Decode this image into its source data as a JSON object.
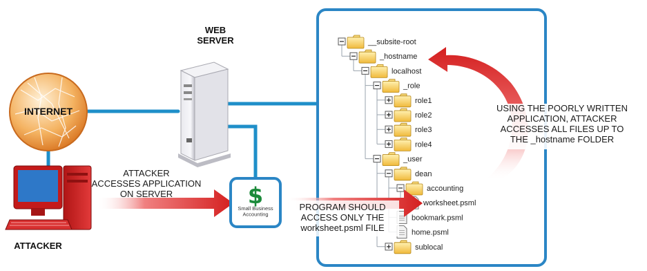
{
  "labels": {
    "web_server": "WEB\nSERVER",
    "internet": "INTERNET",
    "attacker": "ATTACKER",
    "attacker_note": "ATTACKER\nACCESSES APPLICATION\nON SERVER",
    "program_note": "PROGRAM SHOULD\nACCESS ONLY THE\nworksheet.psml FILE",
    "traversal_note": "USING THE POORLY WRITTEN\nAPPLICATION, ATTACKER\nACCESSES ALL FILES UP TO\nTHE _hostname FOLDER",
    "app_name": "Small Business\nAccounting",
    "app_symbol": "$"
  },
  "tree": [
    {
      "label": "__subsite-root",
      "kind": "folder",
      "depth": 0
    },
    {
      "label": "_hostname",
      "kind": "folder",
      "depth": 1
    },
    {
      "label": "localhost",
      "kind": "folder",
      "depth": 2
    },
    {
      "label": "_role",
      "kind": "folder",
      "depth": 3
    },
    {
      "label": "role1",
      "kind": "folder",
      "depth": 4
    },
    {
      "label": "role2",
      "kind": "folder",
      "depth": 4
    },
    {
      "label": "role3",
      "kind": "folder",
      "depth": 4
    },
    {
      "label": "role4",
      "kind": "folder",
      "depth": 4
    },
    {
      "label": "_user",
      "kind": "folder",
      "depth": 3
    },
    {
      "label": "dean",
      "kind": "folder",
      "depth": 4
    },
    {
      "label": "accounting",
      "kind": "folder",
      "depth": 5
    },
    {
      "label": "worksheet.psml",
      "kind": "file",
      "depth": 6
    },
    {
      "label": "bookmark.psml",
      "kind": "file",
      "depth": 5
    },
    {
      "label": "home.psml",
      "kind": "file",
      "depth": 5
    },
    {
      "label": "sublocal",
      "kind": "folder",
      "depth": 4
    }
  ],
  "colors": {
    "connector": "#1f8fc9",
    "arrow_red": "#d41f1f",
    "panel_border": "#2b86c5",
    "globe": "#e98a2c",
    "folder": "#f3c84b",
    "app_green": "#1b8a3a"
  }
}
